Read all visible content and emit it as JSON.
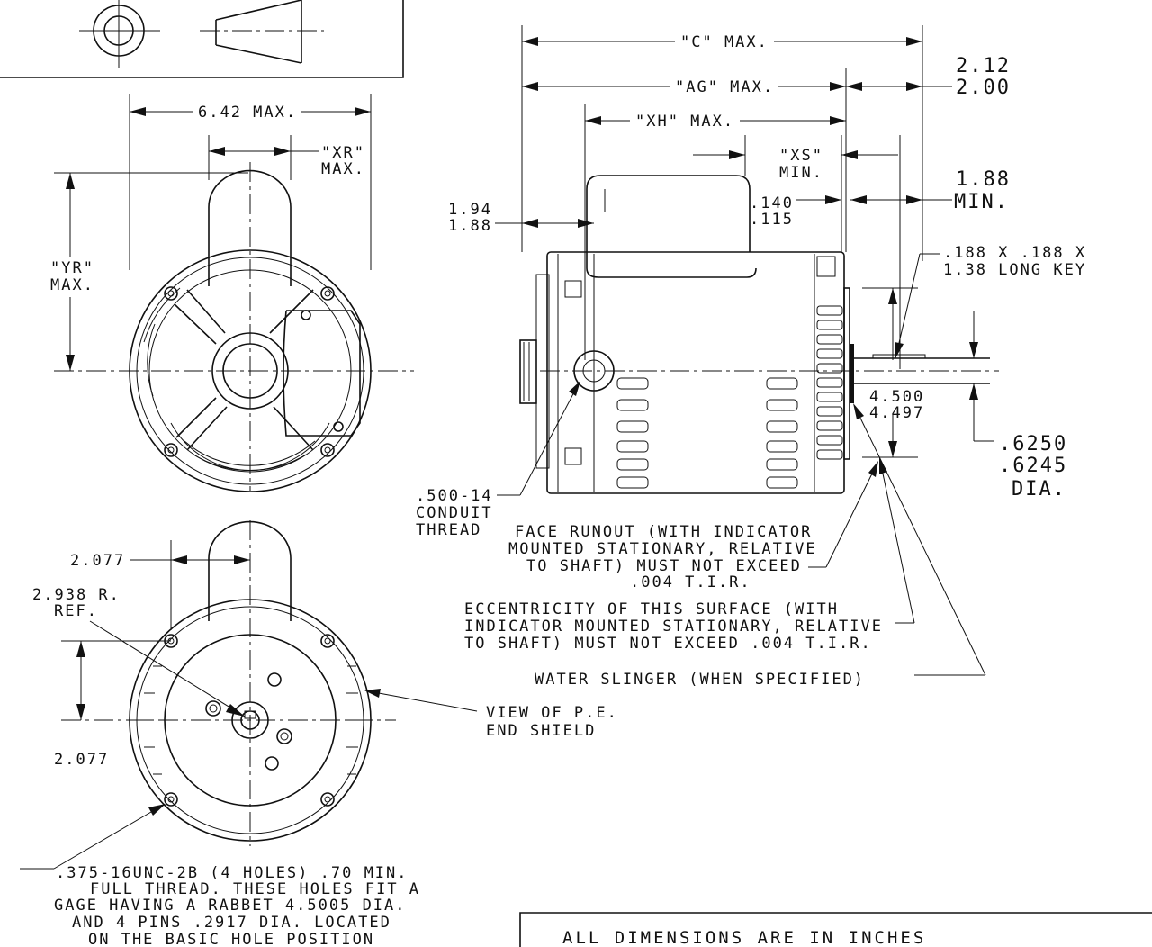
{
  "dims": {
    "w642": "6.42 MAX.",
    "xr1": "\"XR\"",
    "xr2": "MAX.",
    "yr1": "\"YR\"",
    "yr2": "MAX.",
    "c": "\"C\" MAX.",
    "ag": "\"AG\" MAX.",
    "xh": "\"XH\" MAX.",
    "xs1": "\"XS\"",
    "xs2": "MIN.",
    "d212": "2.12",
    "d200": "2.00",
    "d188a": "1.88",
    "min": "MIN.",
    "d194": "1.94",
    "d188b": "1.88",
    "d140": ".140",
    "d115": ".115",
    "key1": ".188 X .188 X",
    "key2": "1.38 LONG KEY",
    "p4500": "4.500",
    "p4497": "4.497",
    "s6250": ".6250",
    "s6245": ".6245",
    "dia": "DIA.",
    "cond1": ".500-14",
    "cond2": "CONDUIT",
    "cond3": "THREAD",
    "d2077a": "2.077",
    "d2077b": "2.077",
    "r2938": "2.938 R.",
    "ref": "REF."
  },
  "notes": {
    "runout1": "FACE RUNOUT (WITH INDICATOR",
    "runout2": "MOUNTED STATIONARY, RELATIVE",
    "runout3": "TO SHAFT) MUST NOT EXCEED",
    "runout4": ".004 T.I.R.",
    "ecc1": "ECCENTRICITY OF THIS SURFACE (WITH",
    "ecc2": "INDICATOR MOUNTED STATIONARY, RELATIVE",
    "ecc3": "TO SHAFT) MUST NOT EXCEED .004 T.I.R.",
    "slinger": "WATER SLINGER (WHEN SPECIFIED)",
    "pe1": "VIEW OF P.E.",
    "pe2": "END SHIELD",
    "holes1": ".375-16UNC-2B (4 HOLES) .70 MIN.",
    "holes2": "FULL THREAD. THESE HOLES FIT A",
    "holes3": "GAGE HAVING A RABBET 4.5005 DIA.",
    "holes4": "AND 4 PINS .2917 DIA. LOCATED",
    "holes5": "ON THE BASIC HOLE POSITION",
    "units": "ALL DIMENSIONS ARE IN INCHES"
  }
}
